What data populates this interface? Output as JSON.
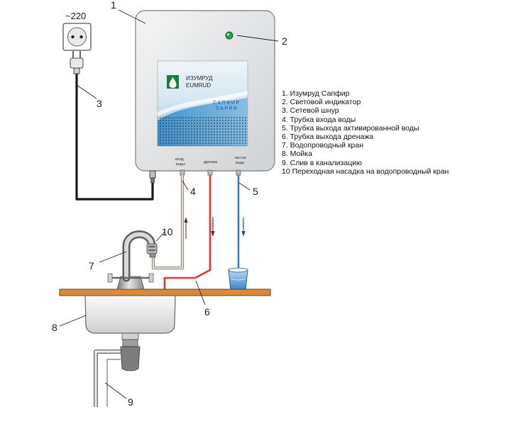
{
  "diagram": {
    "voltage_label": "~220",
    "callouts": [
      "1",
      "2",
      "3",
      "4",
      "5",
      "6",
      "7",
      "8",
      "9",
      "10"
    ],
    "device": {
      "brand_ru": "ИЗУМРУД",
      "brand_en": "EUMRUD",
      "model_ru": "САПФИР",
      "model_en": "SAPRR",
      "ports": [
        "вход",
        "воды",
        "дренаж",
        "чистая",
        "вода"
      ]
    },
    "legend": [
      "1. Изумруд Сапфир",
      "2. Световой индикатор",
      "3. Сетевой шнур",
      "4. Трубка входа воды",
      "5. Трубка выхода активированной воды",
      "6. Трубка выхода дренажа",
      "7. Водопроводный кран",
      "8. Мойка",
      "9. Слив в канализацию",
      "10 Переходная насадка на водопроводный кран"
    ],
    "colors": {
      "inlet_tube": "#cfc7bd",
      "drain_tube": "#e0372a",
      "clean_water_tube": "#2f7fc8",
      "countertop": "#d98a3a",
      "indicator": "#2e9e4f",
      "cord": "#1a1a1a"
    }
  }
}
